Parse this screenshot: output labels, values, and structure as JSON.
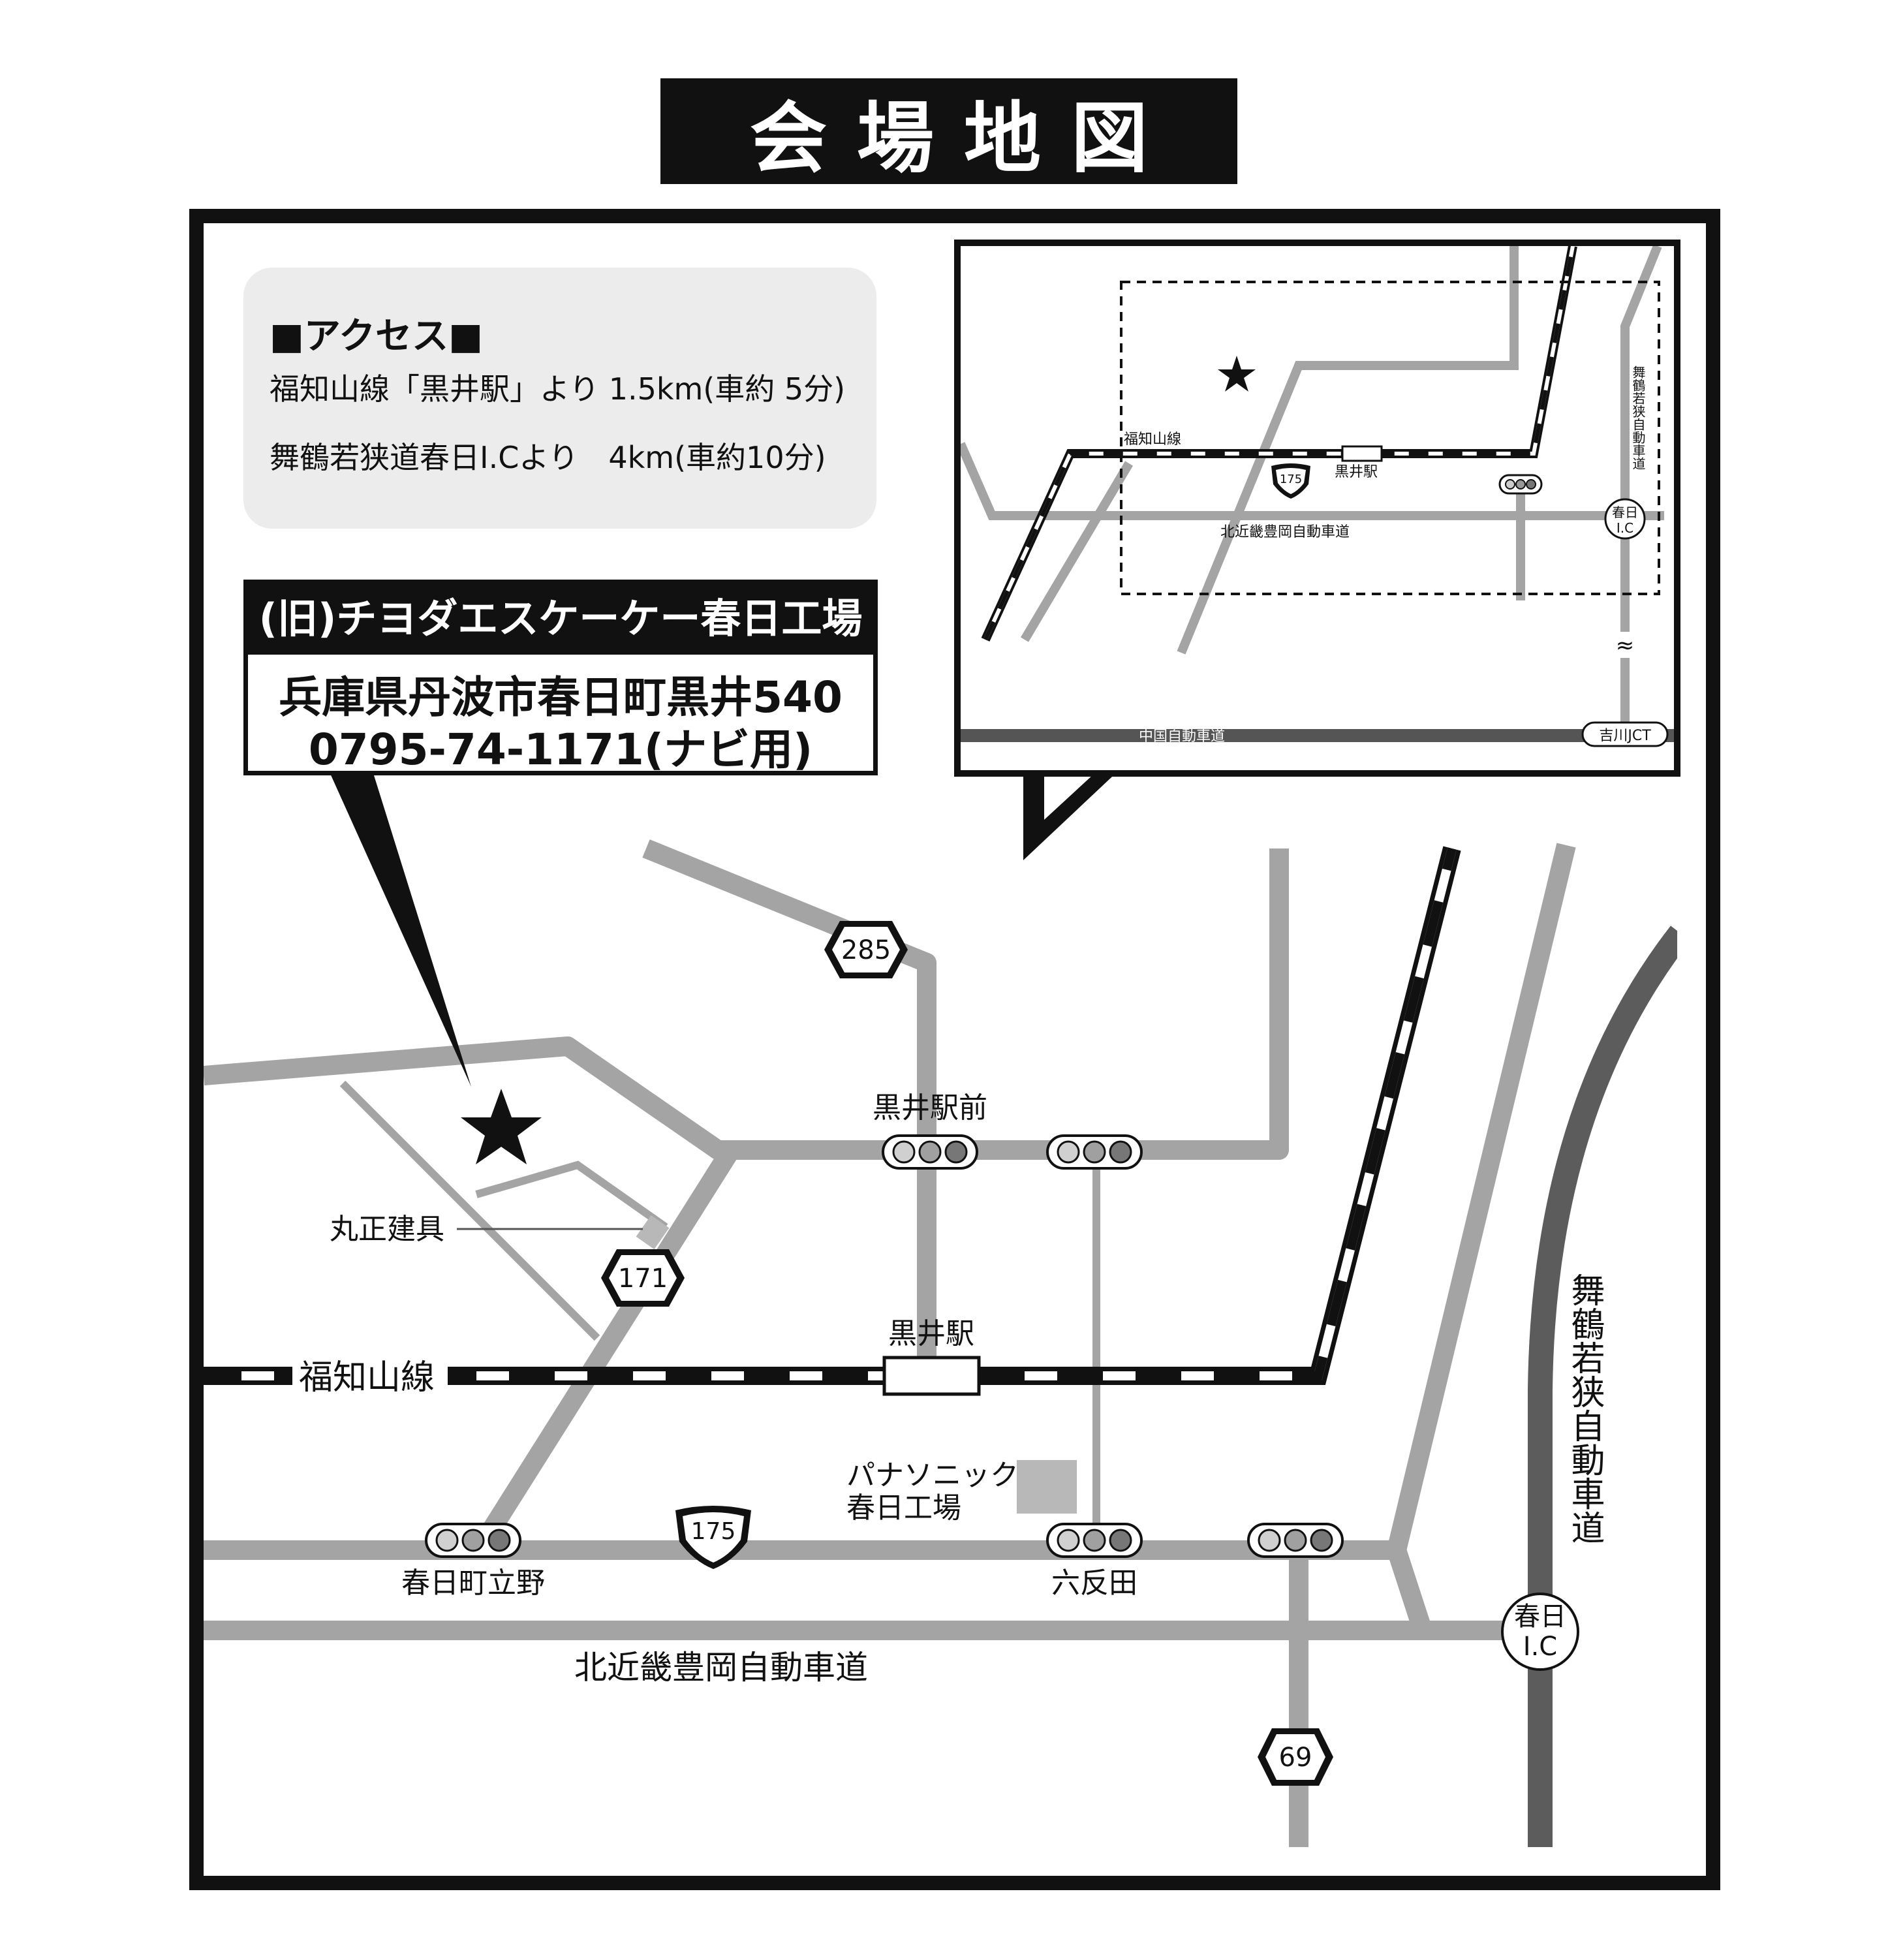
{
  "title": "会場地図",
  "access": {
    "heading": "■アクセス■",
    "line1": "福知山線「黒井駅」より 1.5km(車約 5分)",
    "line2": "舞鶴若狭道春日I.Cより　4km(車約10分)"
  },
  "venue": {
    "name": "(旧)チヨダエスケーケー春日工場",
    "address": "兵庫県丹波市春日町黒井540",
    "tel": "0795-74-1171(ナビ用)"
  },
  "main_map": {
    "routes": {
      "r285": "285",
      "r171": "171",
      "r175": "175",
      "r69": "69"
    },
    "labels": {
      "kuroi_ekimae": "黒井駅前",
      "marusho": "丸正建具",
      "fukuchiyama_line": "福知山線",
      "kuroi_station": "黒井駅",
      "panasonic_1": "パナソニック",
      "panasonic_2": "春日工場",
      "kasuga_tateno": "春日町立野",
      "rokutanda": "六反田",
      "kitakinki": "北近畿豊岡自動車道",
      "maizuru": "舞鶴若狭自動車道",
      "kasuga_ic_1": "春日",
      "kasuga_ic_2": "I.C"
    }
  },
  "inset_map": {
    "labels": {
      "fukuchiyama_line": "福知山線",
      "kuroi_station": "黒井駅",
      "route_175": "175",
      "kitakinki": "北近畿豊岡自動車道",
      "maizuru": "舞鶴若狭自動車道",
      "kasuga_ic_1": "春日",
      "kasuga_ic_2": "I.C",
      "chugoku": "中国自動車道",
      "yokawa_jct": "吉川JCT"
    }
  }
}
